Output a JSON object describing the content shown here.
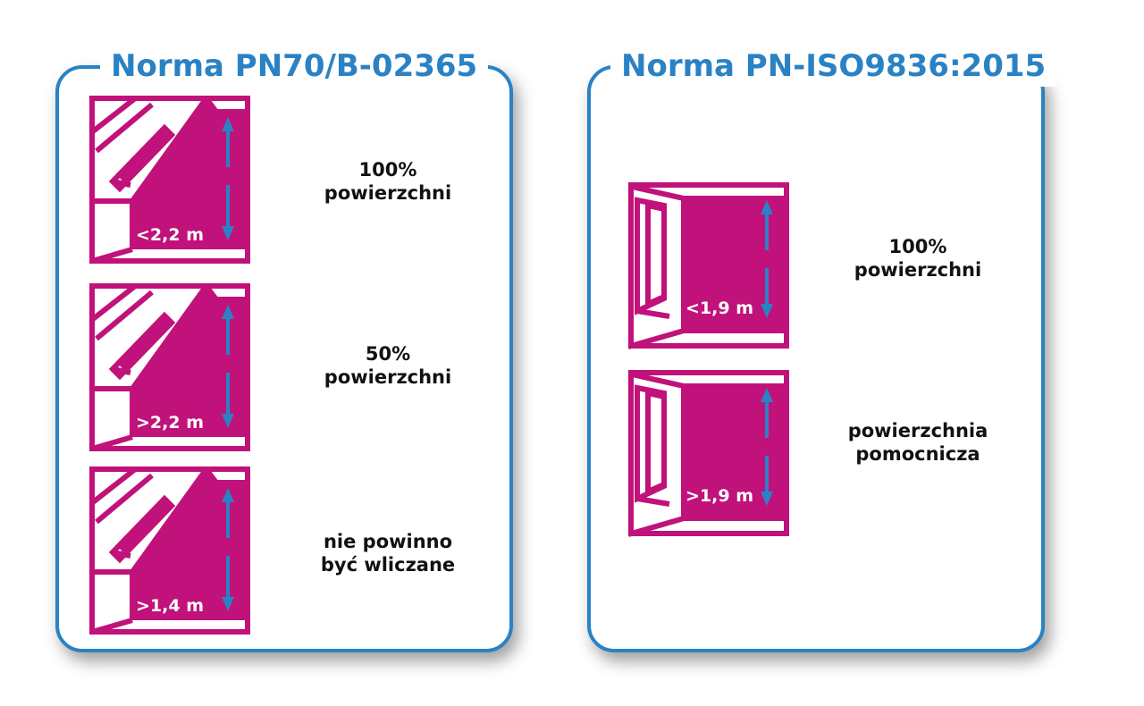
{
  "colors": {
    "accent_blue": "#2a82c4",
    "room_magenta": "#c0127a",
    "text": "#111111"
  },
  "panels": [
    {
      "title": "Norma PN70/B-02365",
      "rows": [
        {
          "height_label": "<2,2 m",
          "line1": "100%",
          "line2": "powierzchni",
          "icon": "attic-room-icon"
        },
        {
          "height_label": ">2,2 m",
          "line1": "50%",
          "line2": "powierzchni",
          "icon": "attic-room-icon"
        },
        {
          "height_label": ">1,4 m",
          "line1": "nie powinno",
          "line2": "być wliczane",
          "icon": "attic-room-icon"
        }
      ]
    },
    {
      "title": "Norma PN-ISO9836:2015",
      "rows": [
        {
          "height_label": "<1,9 m",
          "line1": "100%",
          "line2": "powierzchni",
          "icon": "room-window-icon"
        },
        {
          "height_label": ">1,9 m",
          "line1": "powierzchnia",
          "line2": "pomocnicza",
          "icon": "room-window-icon"
        }
      ]
    }
  ]
}
